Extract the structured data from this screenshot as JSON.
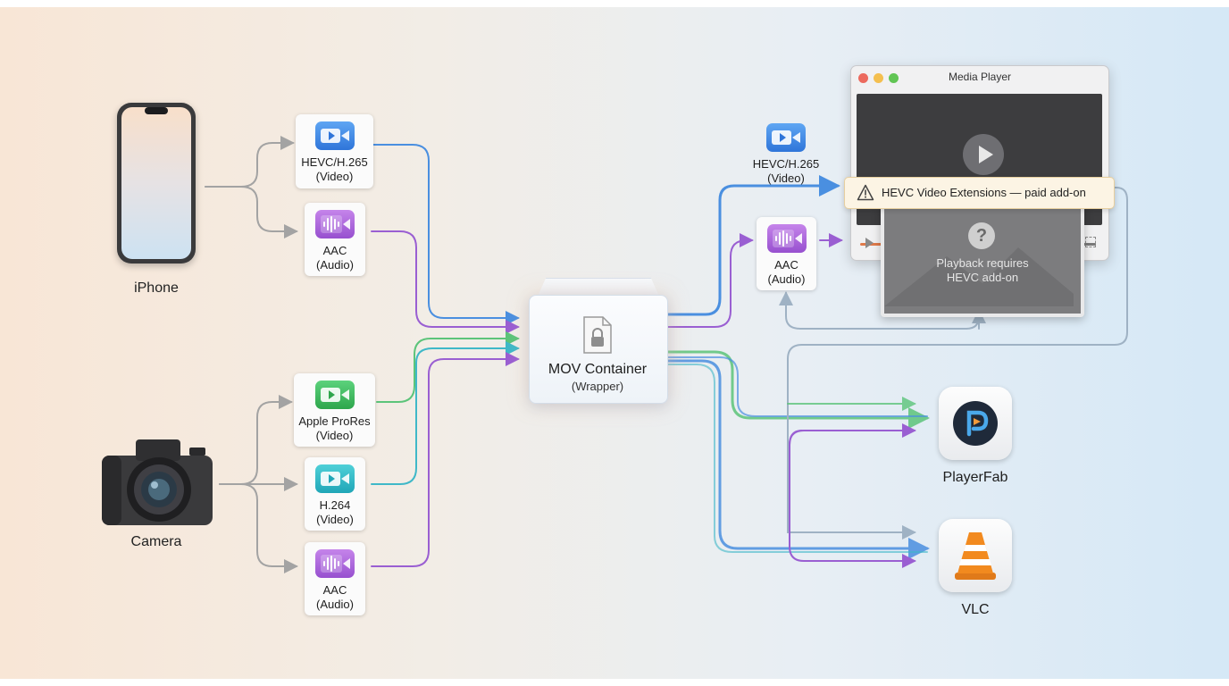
{
  "sources": {
    "iphone": {
      "label": "iPhone",
      "icon": "iphone-icon"
    },
    "camera": {
      "label": "Camera",
      "icon": "camera-icon"
    }
  },
  "codecs": {
    "iphone_video": {
      "line1": "HEVC/H.265",
      "line2": "(Video)",
      "icon": "video-camera-icon"
    },
    "iphone_audio": {
      "line1": "AAC",
      "line2": "(Audio)",
      "icon": "audio-waveform-icon"
    },
    "camera_prores": {
      "line1": "Apple ProRes",
      "line2": "(Video)",
      "icon": "video-camera-icon"
    },
    "camera_h264": {
      "line1": "H.264",
      "line2": "(Video)",
      "icon": "video-camera-icon"
    },
    "camera_audio": {
      "line1": "AAC",
      "line2": "(Audio)",
      "icon": "audio-waveform-icon"
    },
    "out_video": {
      "line1": "HEVC/H.265",
      "line2": "(Video)",
      "icon": "video-camera-icon"
    },
    "out_audio": {
      "line1": "AAC",
      "line2": "(Audio)",
      "icon": "audio-waveform-icon"
    }
  },
  "container": {
    "title": "MOV Container",
    "subtitle": "(Wrapper)",
    "icon": "locked-file-icon"
  },
  "media_player": {
    "title": "Media Player",
    "warning": "HEVC Video Extensions — paid add-on",
    "overlay_line1": "Playback requires",
    "overlay_line2": "HEVC add-on",
    "overlay_icon": "question-mark-icon"
  },
  "apps": {
    "playerfab": {
      "label": "PlayerFab",
      "icon": "playerfab-logo-icon"
    },
    "vlc": {
      "label": "VLC",
      "icon": "vlc-cone-icon"
    }
  },
  "colors": {
    "video_blue": "#4a8fe0",
    "audio_purple": "#9a5fd2",
    "prores_green": "#5cc47a",
    "h264_teal": "#3fb8c8",
    "gray_connector": "#a3a3a3",
    "warning_bg": "#fcf4e4"
  }
}
